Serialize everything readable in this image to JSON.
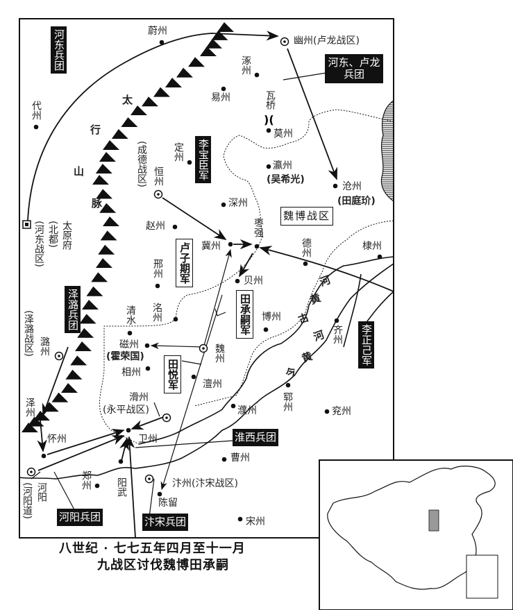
{
  "caption": {
    "line1": "八世纪 · 七七五年四月至十一月",
    "line2": "九战区讨伐魏博田承嗣"
  },
  "mountain_range": [
    "太",
    "行",
    "山",
    "脉"
  ],
  "rivers": {
    "old_yellow": [
      "河",
      "黄",
      "古"
    ],
    "new_yellow": [
      "河",
      "黄",
      "今"
    ]
  },
  "armies": {
    "hedong": "河东兵团",
    "hedong_lulong": "河东、卢龙兵团",
    "li_baochen": "李宝臣军",
    "lu_ziqi": "卢子期军",
    "tian_chengsi": "田承嗣军",
    "tian_yue": "田悦军",
    "li_zhengji": "李正己军",
    "zelu": "泽潞兵团",
    "huaixi": "淮西兵团",
    "heyang": "河阳兵团",
    "biansong": "汴宋兵团"
  },
  "districts": {
    "weibo": "魏博战区",
    "chengde": "(成德战区)",
    "hedong": "(河东战区)",
    "beidu": "(北都)",
    "zelu": "(泽潞战区)",
    "yongping": "(永平战区)",
    "heyangdao": "(河阳道)"
  },
  "places": {
    "weizhou_n": "蔚州",
    "youzhou": "幽州(卢龙战区)",
    "zhuozhou": "涿州",
    "yizhou": "易州",
    "waqiao": "瓦桥",
    "mozhou": "莫州",
    "daizhou": "代州",
    "hengzhou": "恒州",
    "dingzhou": "定州",
    "shenzhou": "深州",
    "yingzhou": "瀛州",
    "wu_xiguang": "(吴希光)",
    "cangzhou": "沧州",
    "tian_tingjie": "(田庭玠)",
    "zaoqiang": "枣强",
    "jizhou": "冀州",
    "zhaozhou": "赵州",
    "taiyuan": "太原府",
    "xingzhou": "邢州",
    "beizhou": "贝州",
    "dezhou": "德州",
    "dizhou": "棣州",
    "bozhou": "博州",
    "qizhou": "齐州",
    "qingshui": "清水",
    "mingzhou": "洺州",
    "cizhou": "磁州",
    "huo_rongguo": "(霍荣国)",
    "weizhou": "魏州",
    "luzhou": "潞州",
    "xiangzhou": "相州",
    "chanzhou": "澶州",
    "huazhou": "滑州",
    "zezhou": "泽州",
    "huaizhou": "怀州",
    "weizhou_wei": "卫州",
    "puzhou": "濮州",
    "yunzhou": "郓州",
    "yanzhou": "兖州",
    "caozhou": "曹州",
    "heyang": "河阳",
    "zhengzhou": "郑州",
    "yangwu": "阳武",
    "bianzhou": "汴州(汴宋战区)",
    "chenliu": "陈留",
    "songzhou": "宋州"
  }
}
